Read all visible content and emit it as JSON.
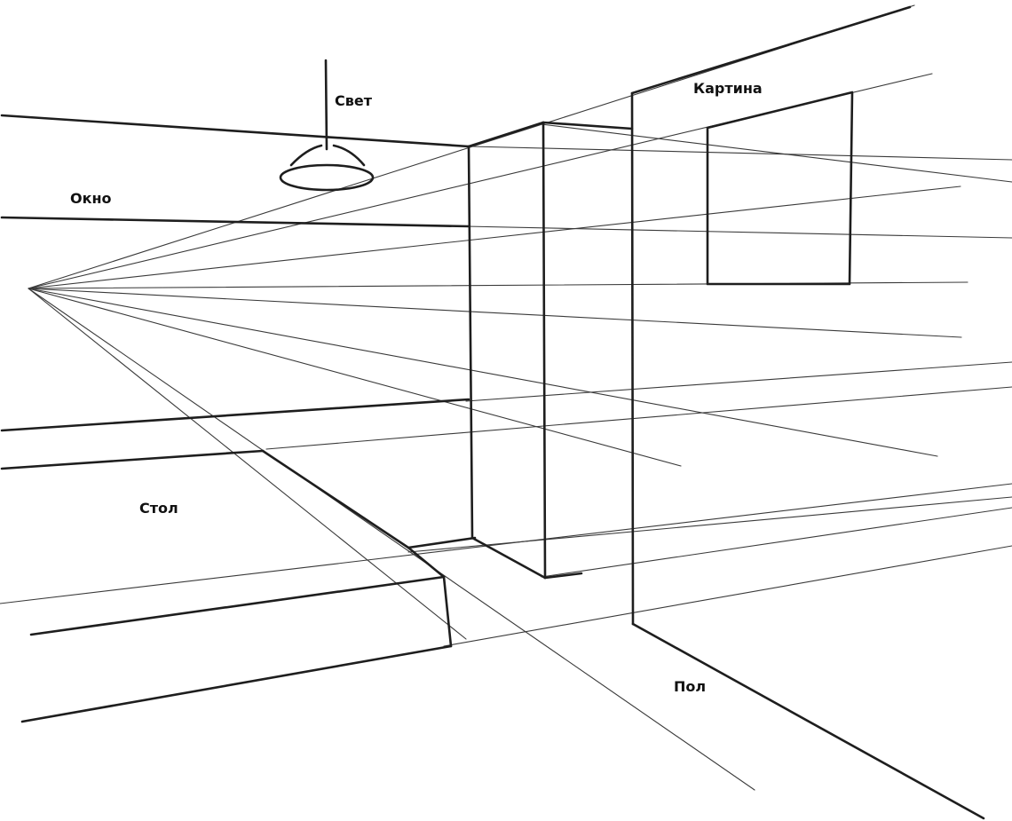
{
  "labels": {
    "light": "Свет",
    "picture": "Картина",
    "window": "Окно",
    "table": "Стол",
    "floor": "Пол"
  },
  "colors": {
    "background": "#ffffff",
    "ink": "#1e1e1e"
  }
}
